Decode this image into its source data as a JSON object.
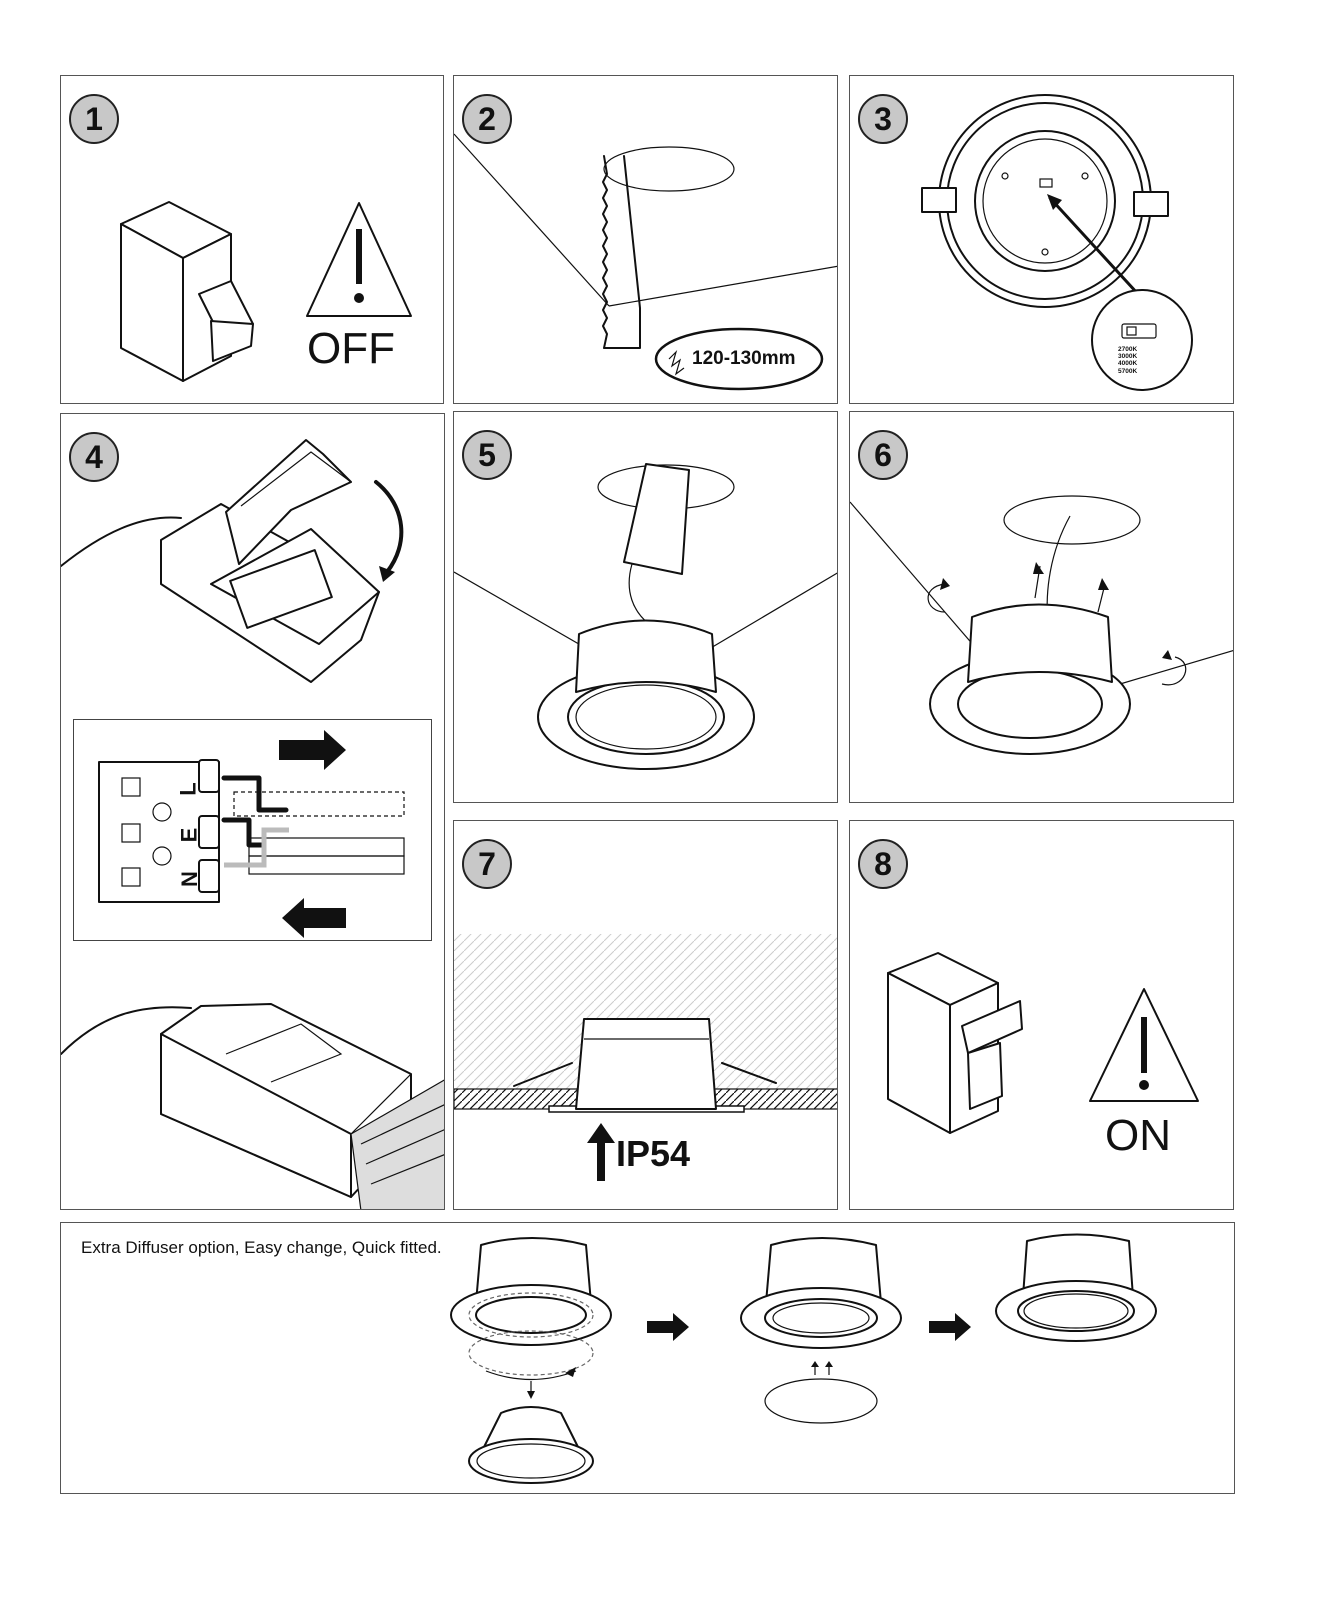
{
  "steps": [
    {
      "number": "1",
      "label": "OFF"
    },
    {
      "number": "2",
      "label": "120-130mm"
    },
    {
      "number": "3",
      "cct_options": [
        "2700K",
        "3000K",
        "4000K",
        "5700K"
      ]
    },
    {
      "number": "4",
      "terminal_letters": [
        "L",
        "E",
        "N"
      ]
    },
    {
      "number": "5"
    },
    {
      "number": "6"
    },
    {
      "number": "7",
      "label": "IP54"
    },
    {
      "number": "8",
      "label": "ON"
    }
  ],
  "diffuser": {
    "caption": "Extra Diffuser option, Easy change, Quick fitted."
  }
}
